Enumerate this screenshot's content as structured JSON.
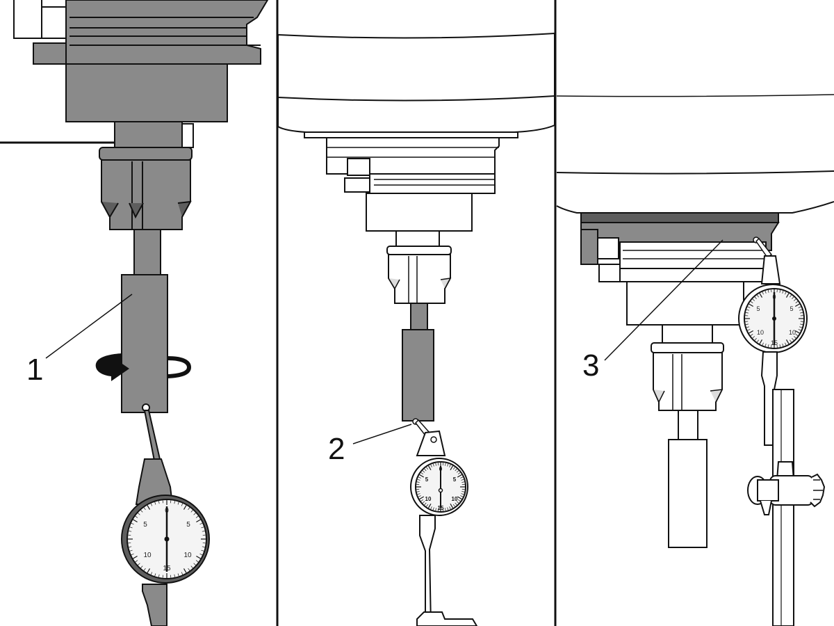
{
  "callouts": {
    "one": "1",
    "two": "2",
    "three": "3"
  },
  "dials": {
    "large": {
      "top": "0",
      "upper_left": "5",
      "upper_right": "5",
      "lower_left": "10",
      "lower_right": "10",
      "bottom": "15"
    },
    "small": {
      "top": "0",
      "upper_left": "5",
      "upper_right": "5",
      "lower_left": "10",
      "lower_right": "10",
      "bottom": "15"
    },
    "right": {
      "top": "0",
      "upper_left": "5",
      "upper_right": "5",
      "lower_left": "10",
      "lower_right": "10",
      "bottom": "15"
    }
  },
  "colors": {
    "dark_part": "#8a8a8a",
    "shadow": "#5e5e5e",
    "outline": "#111111",
    "light_part": "#ffffff",
    "dial_face": "#f4f4f4"
  }
}
